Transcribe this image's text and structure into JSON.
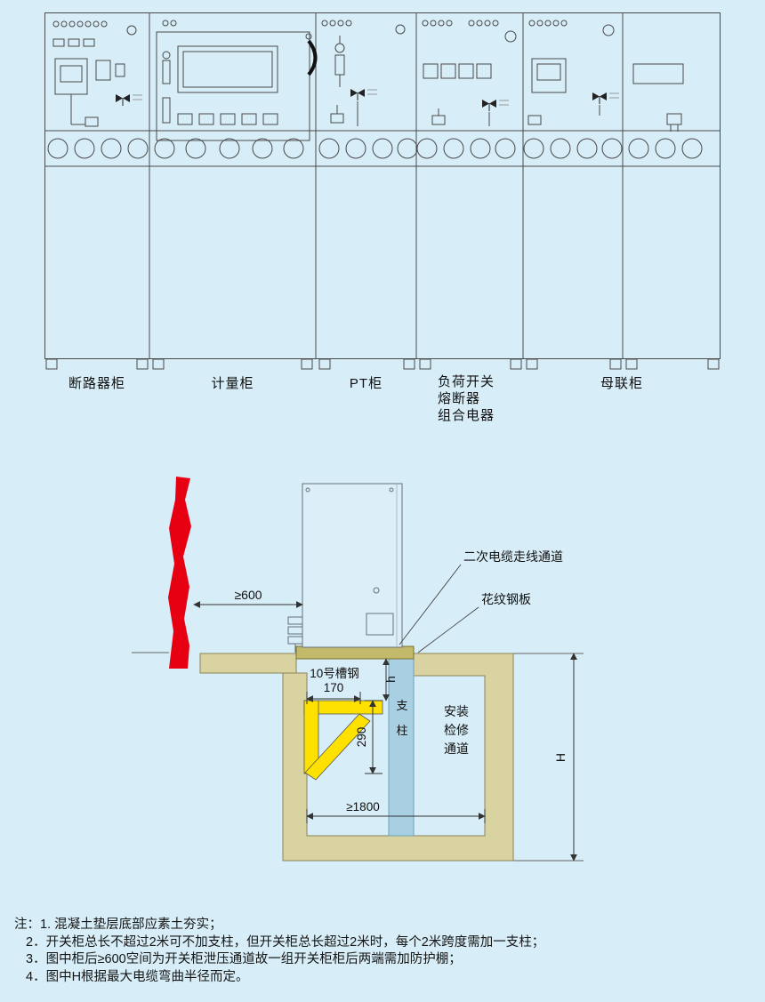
{
  "colors": {
    "background": "#d7edf7",
    "drawing_line": "#4a4a4a",
    "wall_red": "#e60012",
    "channel_steel": "#ffe100",
    "concrete": "#d9d3a2",
    "steel_plate": "#c2ba6a",
    "support_column": "#a9cfe2"
  },
  "lineup": {
    "label_breaker": "断路器柜",
    "label_metering": "计量柜",
    "label_pt": "PT柜",
    "label_load_switch_lines": [
      "负荷开关",
      "熔断器",
      "组合电器"
    ],
    "label_bus_tie": "母联柜"
  },
  "cross_section": {
    "callout_cable_channel": "二次电缆走线通道",
    "callout_steel_plate": "花纹钢板",
    "label_channel_steel": "10号槽钢",
    "dim_channel_width": "170",
    "dim_channel_height": "290",
    "dim_h": "h",
    "label_support": "支柱",
    "label_access_channel": "安装检修通道",
    "dim_rear_clearance": "≥600",
    "dim_trench_width": "≥1800",
    "dim_depth": "H"
  },
  "notes": {
    "lines": [
      "注：1.  混凝土垫层底部应素土夯实；",
      "2．开关柜总长不超过2米可不加支柱，但开关柜总长超过2米时，每个2米跨度需加一支柱；",
      "3．图中柜后≥600空间为开关柜泄压通道故一组开关柜柜后两端需加防护棚；",
      "4．图中H根据最大电缆弯曲半径而定。"
    ]
  }
}
